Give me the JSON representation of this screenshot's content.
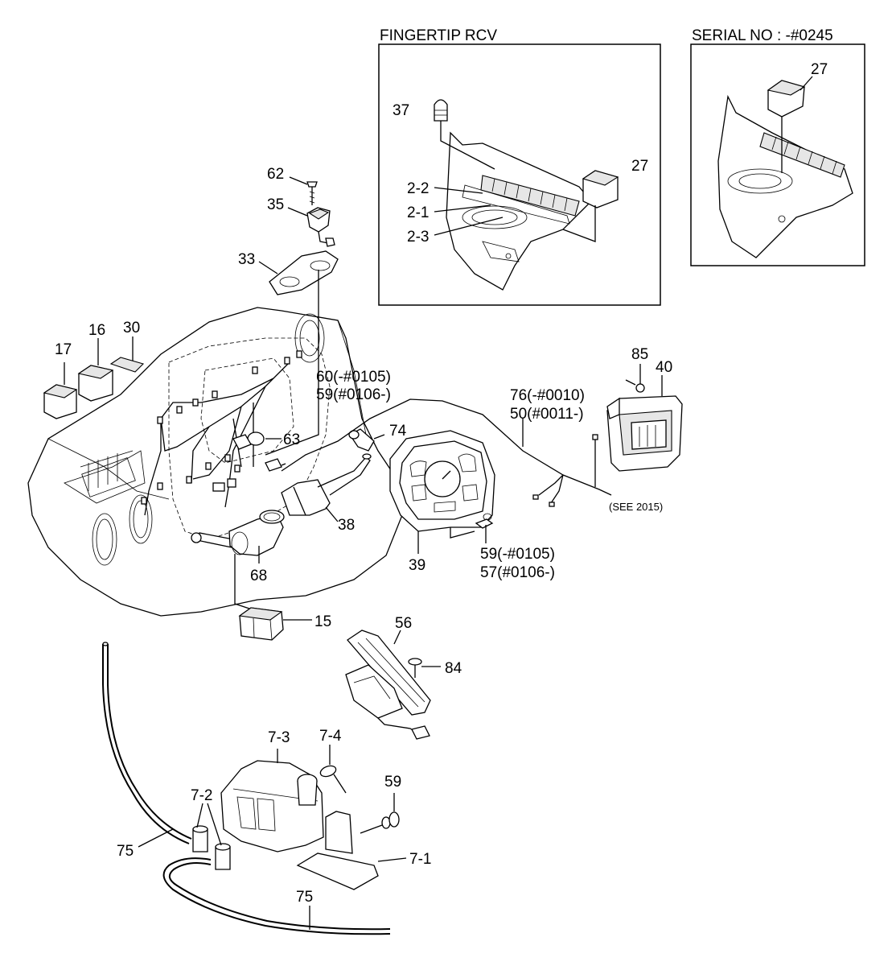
{
  "insets": {
    "fingertip": {
      "title": "FINGERTIP RCV"
    },
    "serial": {
      "title": "SERIAL NO : -#0245"
    }
  },
  "labels": {
    "p37": "37",
    "p27a": "27",
    "p22": "2-2",
    "p21": "2-1",
    "p23": "2-3",
    "p27b": "27",
    "p62": "62",
    "p35": "35",
    "p33": "33",
    "p17": "17",
    "p16": "16",
    "p30": "30",
    "p60": "60(-#0105)",
    "p59a": "59(#0106-)",
    "p63": "63",
    "p74": "74",
    "p85": "85",
    "p40": "40",
    "p76": "76(-#0010)",
    "p50": "50(#0011-)",
    "see": "(SEE 2015)",
    "p38": "38",
    "p39": "39",
    "p59b": "59(-#0105)",
    "p57": "57(#0106-)",
    "p68": "68",
    "p15": "15",
    "p56": "56",
    "p84": "84",
    "p73": "7-3",
    "p74b": "7-4",
    "p59c": "59",
    "p72": "7-2",
    "p75a": "75",
    "p71": "7-1",
    "p75b": "75"
  }
}
